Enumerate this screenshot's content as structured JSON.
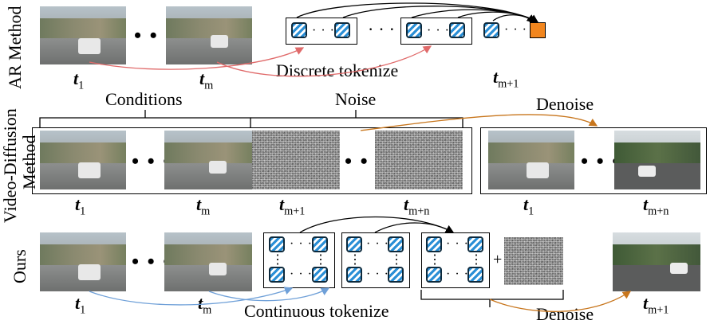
{
  "rows": {
    "ar": "AR Method",
    "vd_line1": "Video-Diffusion",
    "vd_line2": "Method",
    "ours": "Ours"
  },
  "labels": {
    "discrete_tokenize": "Discrete tokenize",
    "conditions": "Conditions",
    "noise": "Noise",
    "denoise": "Denoise",
    "continuous_tokenize": "Continuous tokenize",
    "plus": "+"
  },
  "time": {
    "t": "t",
    "sub_1": "1",
    "sub_m": "m",
    "sub_m1": "m+1",
    "sub_mn": "m+n"
  },
  "ellipsis": "• • •",
  "small_ellipsis": "· · ·",
  "colors": {
    "arrow_red": "#e06a6a",
    "arrow_orange": "#c8761d",
    "arrow_blue": "#6fa0d8",
    "token_fill": "#2a8fd6",
    "target_token": "#f2861e"
  }
}
